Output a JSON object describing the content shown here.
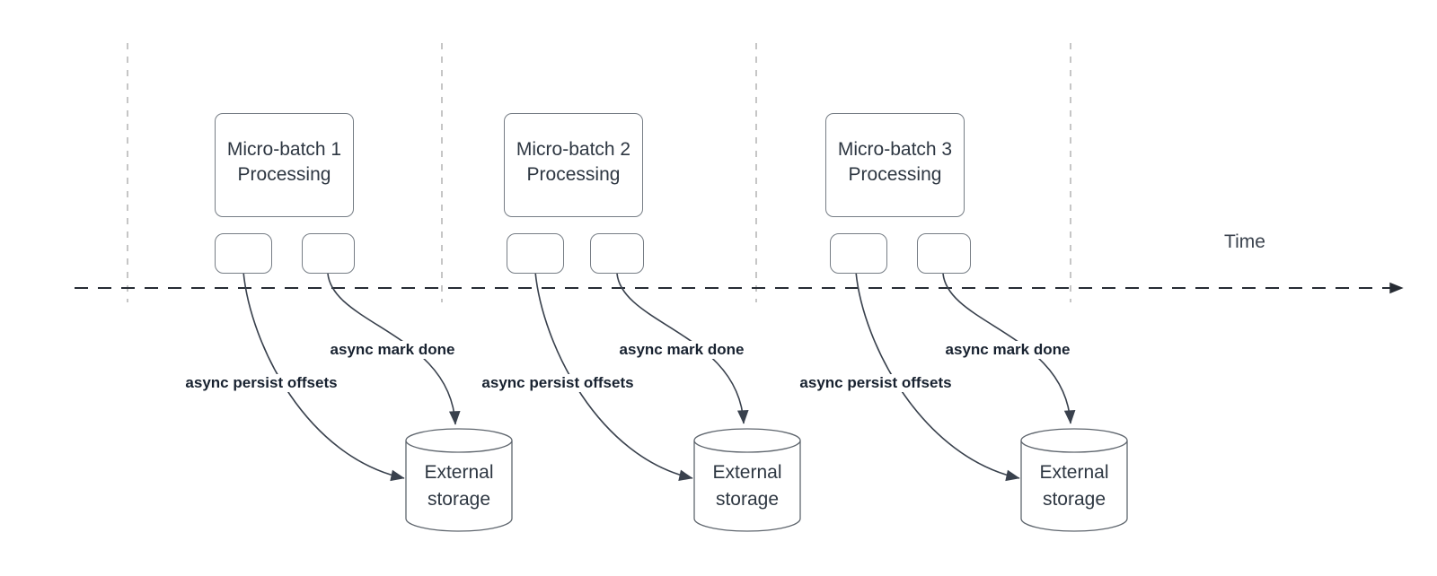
{
  "diagram": {
    "time_axis_label": "Time",
    "groups": [
      {
        "name": "micro-batch-1",
        "box_line1": "Micro-batch 1",
        "box_line2": "Processing",
        "persist_arrow_label": "async persist offsets",
        "mark_done_arrow_label": "async mark done",
        "storage_line1": "External",
        "storage_line2": "storage"
      },
      {
        "name": "micro-batch-2",
        "box_line1": "Micro-batch 2",
        "box_line2": "Processing",
        "persist_arrow_label": "async persist offsets",
        "mark_done_arrow_label": "async mark done",
        "storage_line1": "External",
        "storage_line2": "storage"
      },
      {
        "name": "micro-batch-3",
        "box_line1": "Micro-batch 3",
        "box_line2": "Processing",
        "persist_arrow_label": "async persist offsets",
        "mark_done_arrow_label": "async mark done",
        "storage_line1": "External",
        "storage_line2": "storage"
      }
    ],
    "colors": {
      "background": "#ffffff",
      "connector_stroke": "#39414d",
      "time_axis_stroke": "#272c34",
      "interval_divider_stroke": "#adadad",
      "shape_border": "#767d85",
      "cylinder_border": "#5f666e",
      "shape_text": "#2e3742",
      "edge_label_text": "#182230",
      "time_label_text": "#3a424d"
    }
  }
}
